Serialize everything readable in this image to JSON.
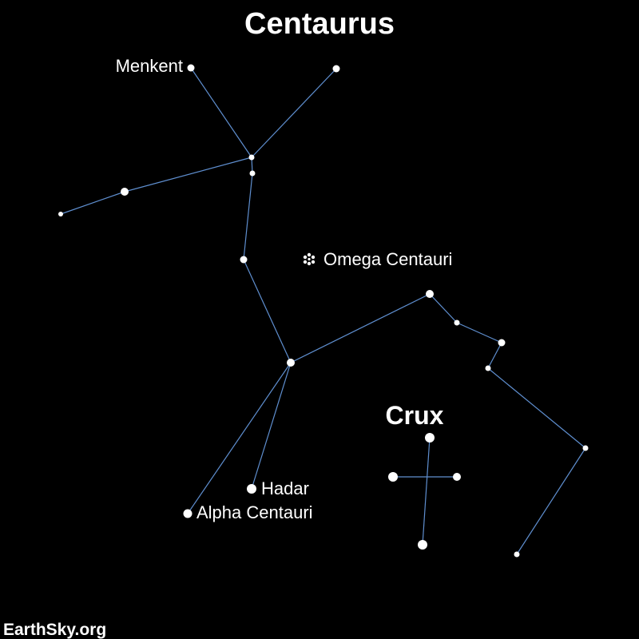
{
  "titles": {
    "centaurus": "Centaurus",
    "crux": "Crux"
  },
  "labels": {
    "menkent": "Menkent",
    "omega_centauri": "Omega Centauri",
    "hadar": "Hadar",
    "alpha_centauri": "Alpha Centauri"
  },
  "credit": "EarthSky.org",
  "colors": {
    "background": "#000000",
    "star": "#ffffff",
    "line": "#5f8fd0",
    "text": "#ffffff"
  },
  "icons": {
    "cluster": "globular-cluster-icon"
  }
}
